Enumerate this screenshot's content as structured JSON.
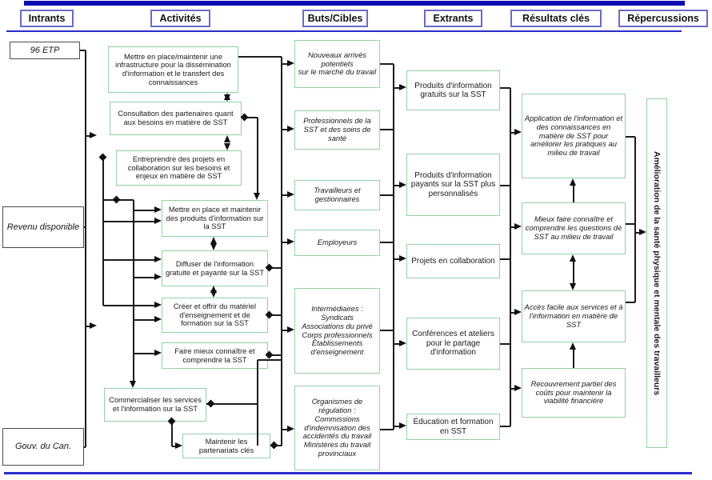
{
  "columns": [
    {
      "label": "Intrants"
    },
    {
      "label": "Activités"
    },
    {
      "label": "Buts/Cibles"
    },
    {
      "label": "Extrants"
    },
    {
      "label": "Résultats clés"
    },
    {
      "label": "Répercussions"
    }
  ],
  "intrants": [
    "96 ETP",
    "Revenu disponible",
    "Gouv. du Can."
  ],
  "activites": [
    "Mettre en place/maintenir une infrastructure pour la dissémination d'information et le transfert des connaissances",
    "Consultation des partenaires quant aux besoins en matière de SST",
    "Entreprendre des projets en collaboration sur les besoins et enjeux en matière de SST",
    "Mettre en place et maintenir des produits d'information sur la SST",
    "Diffuser de l'information gratuite et payante sur la SST",
    "Créer et offrir du matériel d'enseignement et de formation sur la SST",
    "Faire mieux connaître et comprendre la SST",
    "Commercialiser les services et l'information sur la SST",
    "Maintenir les partenariats clés"
  ],
  "buts": [
    "Nouveaux arrivés potentiels\nsur le marché du travail",
    "Professionnels de la SST et des soins de santé",
    "Travailleurs et gestionnaires",
    "Employeurs",
    "Intermédiaires :\nSyndicats\nAssociations du privé\nCorps professionnels\nÉtablissements d'enseignement",
    "Organismes de régulation :\nCommissions d'indemnisation des accidentés du travail\nMinistères du travail provinciaux"
  ],
  "extrants": [
    "Produits d'information gratuits sur la SST",
    "Produits d'information payants sur la SST plus personnalisés",
    "Projets en collaboration",
    "Conférences et ateliers pour le partage d'information",
    "Éducation et formation en SST"
  ],
  "resultats": [
    "Application de l'information et des connaissances en matière de SST pour améliorer les pratiques au milieu de travail",
    "Mieux faire connaître et comprendre les questions de SST au milieu de travail",
    "Accès facile aux services et à l'information en matière de SST",
    "Recouvrement partiel des coûts pour maintenir la viabilité financière"
  ],
  "repercussions": "Amélioration de la santé physique et mentale des travailleurs",
  "colors": {
    "top_bar": "#0d0db0",
    "rule_blue": "#2a2acc",
    "box_green": "#93d1a4",
    "header_border": "#6b6bc8",
    "connector": "#111111"
  }
}
